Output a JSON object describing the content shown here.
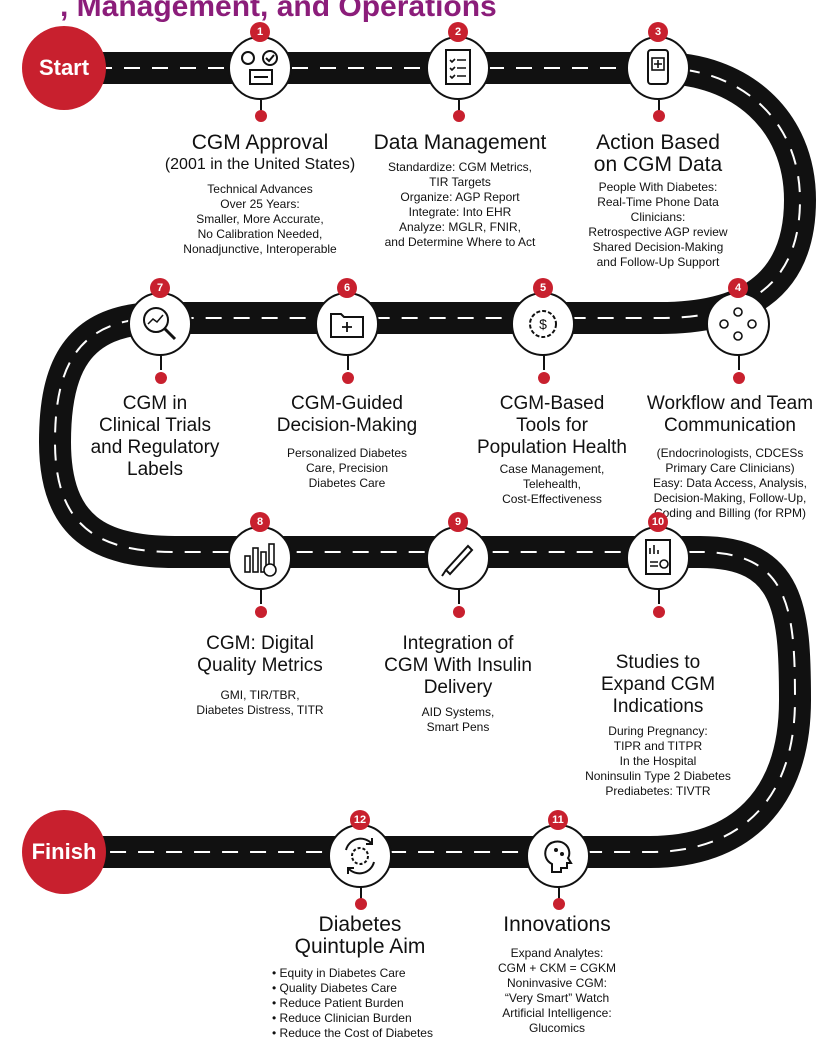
{
  "header": {
    "partial_title": ", Management, and Operations"
  },
  "start_label": "Start",
  "finish_label": "Finish",
  "steps": [
    {
      "num": "1",
      "icon": "sensor-check-icon",
      "title": [
        "CGM Approval",
        "(2001 in the United States)"
      ],
      "body": [
        "Technical Advances",
        "Over 25 Years:",
        "Smaller, More Accurate,",
        "No Calibration Needed,",
        "Nonadjunctive, Interoperable"
      ]
    },
    {
      "num": "2",
      "icon": "clipboard-checklist-icon",
      "title": [
        "Data Management"
      ],
      "body": [
        "Standardize:  CGM Metrics,",
        "TIR Targets",
        "Organize:  AGP Report",
        "Integrate:  Into EHR",
        "Analyze:  MGLR, FNIR,",
        "and Determine Where to Act"
      ]
    },
    {
      "num": "3",
      "icon": "phone-medical-icon",
      "title": [
        "Action Based",
        "on CGM Data"
      ],
      "body": [
        "People With Diabetes:",
        "Real-Time Phone Data",
        "Clinicians:",
        "Retrospective AGP review",
        "Shared Decision-Making",
        "and Follow-Up Support"
      ]
    },
    {
      "num": "4",
      "icon": "team-network-icon",
      "title": [
        "Workflow and Team",
        "Communication"
      ],
      "body": [
        "(Endocrinologists, CDCESs",
        "Primary Care Clinicians)",
        "Easy:  Data Access, Analysis,",
        "Decision-Making, Follow-Up,",
        "Coding and Billing (for RPM)"
      ]
    },
    {
      "num": "5",
      "icon": "dollar-gear-icon",
      "title": [
        "CGM-Based",
        "Tools for",
        "Population Health"
      ],
      "body": [
        "Case Management,",
        "Telehealth,",
        "Cost-Effectiveness"
      ]
    },
    {
      "num": "6",
      "icon": "folder-plus-icon",
      "title": [
        "CGM-Guided",
        "Decision-Making"
      ],
      "body": [
        "Personalized Diabetes",
        "Care, Precision",
        "Diabetes Care"
      ]
    },
    {
      "num": "7",
      "icon": "magnifier-chart-icon",
      "title": [
        "CGM in",
        "Clinical Trials",
        "and Regulatory",
        "Labels"
      ],
      "body": []
    },
    {
      "num": "8",
      "icon": "bar-chart-drop-icon",
      "title": [
        "CGM: Digital",
        "Quality Metrics"
      ],
      "body": [
        "GMI, TIR/TBR,",
        "Diabetes Distress, TITR"
      ]
    },
    {
      "num": "9",
      "icon": "insulin-pen-icon",
      "title": [
        "Integration of",
        "CGM With Insulin",
        "Delivery"
      ],
      "body": [
        "AID Systems,",
        "Smart Pens"
      ]
    },
    {
      "num": "10",
      "icon": "report-document-icon",
      "title": [
        "Studies to",
        "Expand CGM",
        "Indications"
      ],
      "body": [
        "During Pregnancy:",
        "TIPR and TITPR",
        "In the Hospital",
        "Noninsulin Type 2 Diabetes",
        "Prediabetes:  TIVTR"
      ]
    },
    {
      "num": "11",
      "icon": "brain-head-icon",
      "title": [
        "Innovations"
      ],
      "body": [
        "Expand Analytes:",
        "CGM + CKM = CGKM",
        "Noninvasive CGM:",
        "“Very Smart” Watch",
        "Artificial Intelligence:",
        "Glucomics"
      ]
    },
    {
      "num": "12",
      "icon": "cycle-gear-icon",
      "title": [
        "Diabetes",
        "Quintuple Aim"
      ],
      "body": []
    }
  ],
  "quintuple_aim": [
    "• Equity in Diabetes Care",
    "• Quality Diabetes Care",
    "• Reduce Patient Burden",
    "• Reduce Clinician Burden",
    "• Reduce the Cost of Diabetes"
  ],
  "colors": {
    "road": "#111111",
    "lane": "#ffffff",
    "accent": "#c8202e",
    "title": "#8b1d7a"
  }
}
